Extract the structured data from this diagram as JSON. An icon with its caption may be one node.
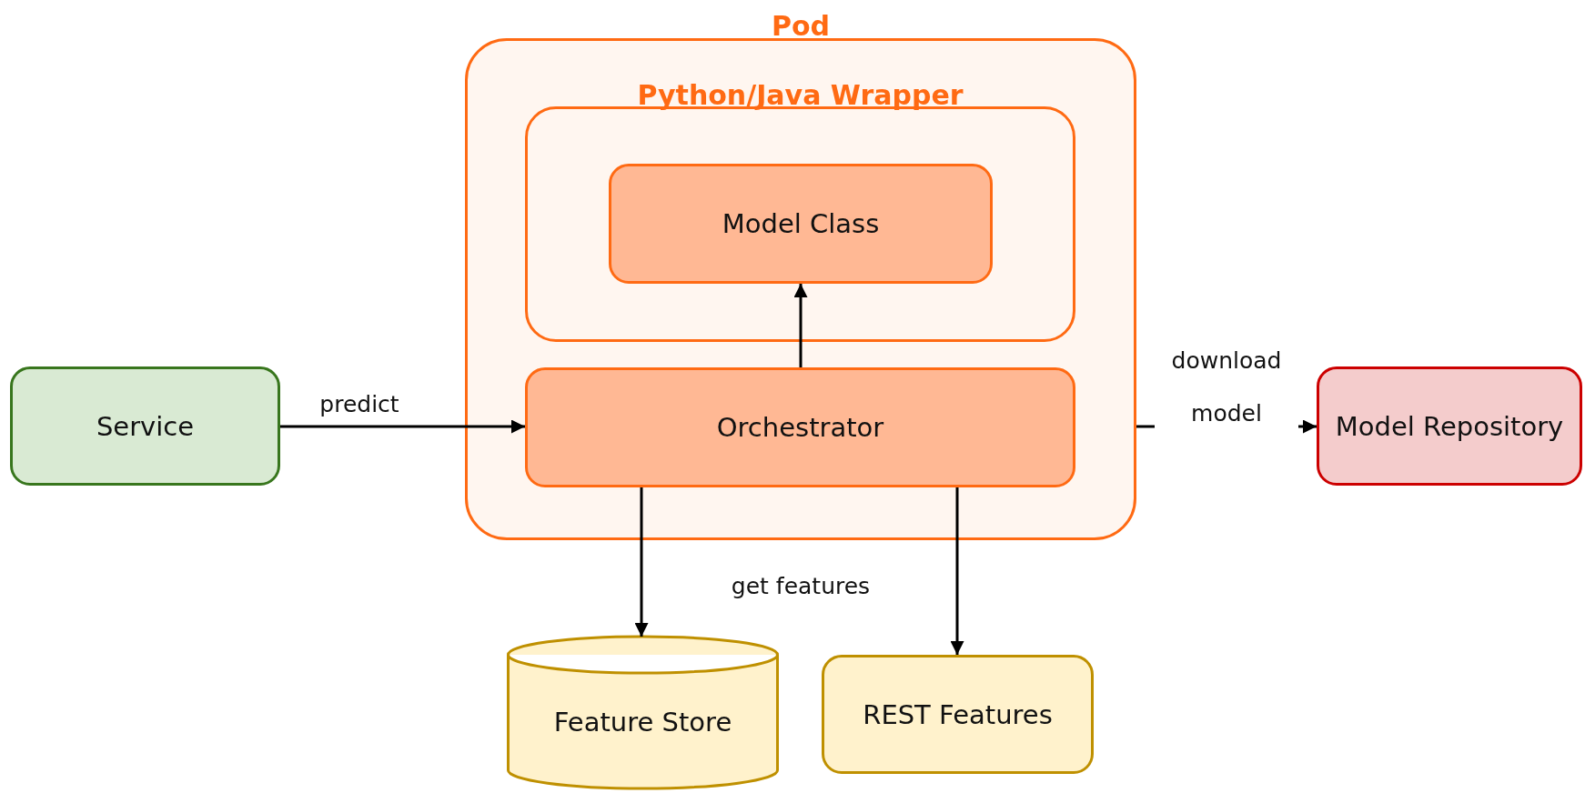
{
  "diagram": {
    "nodes": [
      {
        "text": [
          "Pod"
        ]
      },
      {
        "text": [
          "Python/Java Wrapper"
        ],
        "in": 0
      },
      {
        "text": [
          "Model Class"
        ],
        "in": 1
      },
      {
        "text": [
          "Service"
        ]
      },
      {
        "text": [
          "Orchestrator"
        ],
        "in": 0
      },
      {
        "text": [
          "Model Repository"
        ]
      },
      {
        "text": [
          "Feature Store"
        ]
      },
      {
        "text": [
          "REST Features"
        ]
      }
    ],
    "edges": [
      {
        "from": 3,
        "to": 4,
        "arrow": "to",
        "label": "predict"
      },
      {
        "from": 4,
        "to": 2,
        "arrow": "to"
      },
      {
        "from": 0,
        "to": 5,
        "arrow": "to",
        "label": "download model"
      },
      {
        "from": 4,
        "to": 6,
        "arrow": "to"
      },
      {
        "from": 4,
        "to": 7,
        "arrow": "to"
      }
    ],
    "labels": [
      "get features"
    ]
  }
}
